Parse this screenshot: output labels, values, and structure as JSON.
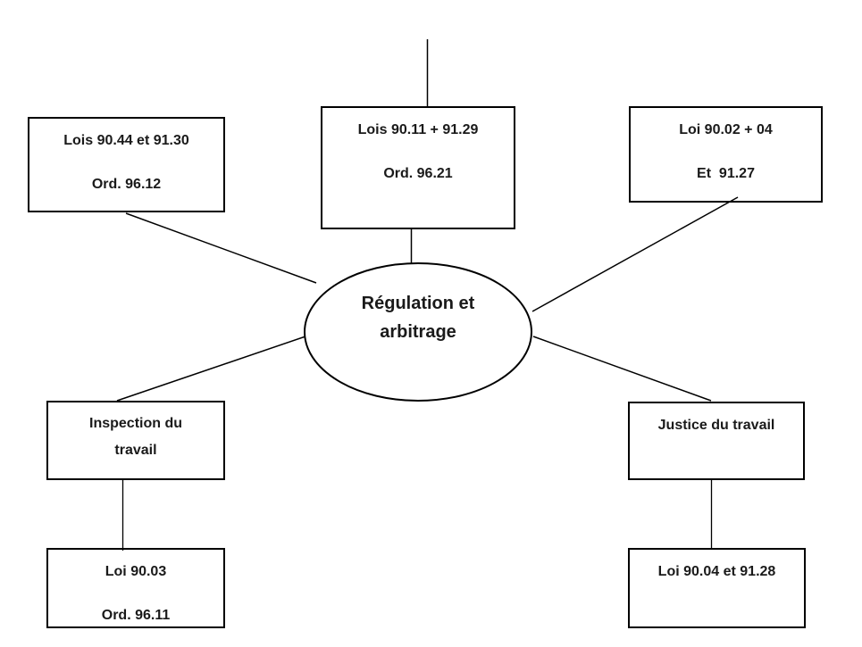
{
  "diagram": {
    "center_ellipse": {
      "line1": "Régulation et",
      "line2": "arbitrage"
    },
    "boxes": {
      "top_left": {
        "line1": "Lois 90.44 et 91.30",
        "line2": "Ord. 96.12"
      },
      "top_center": {
        "line1": "Lois 90.11 + 91.29",
        "line2": "Ord. 96.21"
      },
      "top_right": {
        "line1": "Loi 90.02 + 04",
        "line2": "Et  91.27"
      },
      "inspection": {
        "line1": "Inspection du",
        "line2": "travail"
      },
      "justice": {
        "line1": "Justice du travail"
      },
      "loi_9003": {
        "line1": "Loi 90.03",
        "line2": "Ord. 96.11"
      },
      "loi_9004": {
        "line1": "Loi 90.04 et 91.28"
      }
    },
    "edges": [
      {
        "from": "top-offpage",
        "to": "top_center"
      },
      {
        "from": "top_center",
        "to": "center_ellipse"
      },
      {
        "from": "top_left",
        "to": "center_ellipse"
      },
      {
        "from": "top_right",
        "to": "center_ellipse"
      },
      {
        "from": "center_ellipse",
        "to": "inspection"
      },
      {
        "from": "center_ellipse",
        "to": "justice"
      },
      {
        "from": "inspection",
        "to": "loi_9003"
      },
      {
        "from": "justice",
        "to": "loi_9004"
      }
    ],
    "colors": {
      "stroke": "#000000",
      "text": "#1a1a1a",
      "background": "#ffffff"
    }
  }
}
